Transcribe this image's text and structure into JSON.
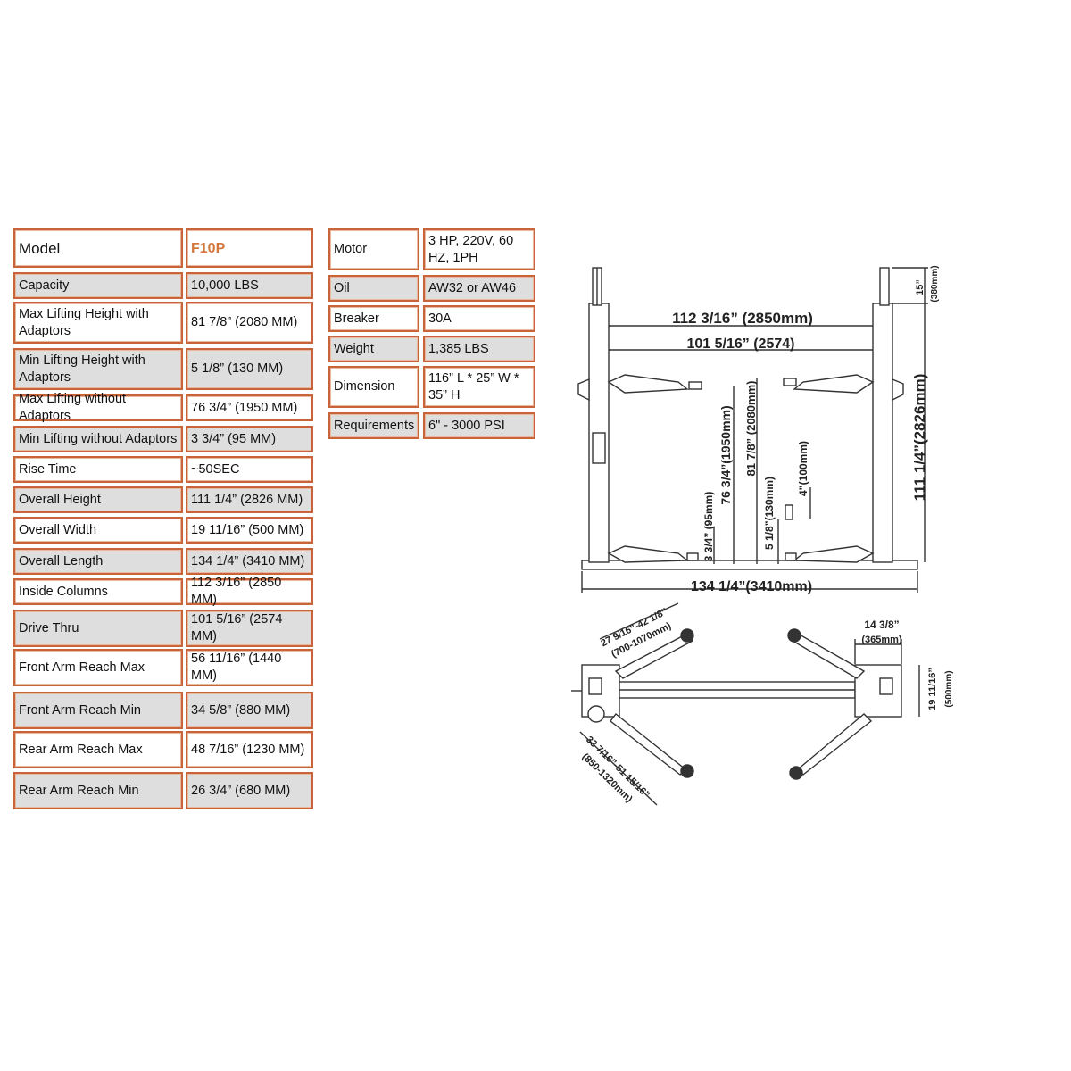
{
  "colors": {
    "border": "#c8643a",
    "shade": "#dedede",
    "model_accent": "#d4773d"
  },
  "spec_table_left": {
    "model_label": "Model",
    "model_value": "F10P",
    "rows": [
      {
        "label": "Capacity",
        "value": "10,000 LBS"
      },
      {
        "label": "Max Lifting Height with Adaptors",
        "value": "81 7/8” (2080 MM)"
      },
      {
        "label": "Min Lifting Height with Adaptors",
        "value": "5 1/8” (130 MM)"
      },
      {
        "label": "Max Lifting without Adaptors",
        "value": "76 3/4” (1950 MM)"
      },
      {
        "label": "Min Lifting without Adaptors",
        "value": "3 3/4” (95 MM)"
      },
      {
        "label": "Rise Time",
        "value": "~50SEC"
      },
      {
        "label": "Overall Height",
        "value": "111 1/4” (2826 MM)"
      },
      {
        "label": "Overall Width",
        "value": "19 11/16” (500 MM)"
      },
      {
        "label": "Overall Length",
        "value": "134 1/4” (3410 MM)"
      },
      {
        "label": "Inside Columns",
        "value": "112 3/16” (2850 MM)"
      },
      {
        "label": "Drive Thru",
        "value": "101 5/16” (2574 MM)"
      },
      {
        "label": "Front Arm Reach Max",
        "value": "56 11/16” (1440 MM)"
      },
      {
        "label": "Front Arm Reach Min",
        "value": "34 5/8” (880 MM)"
      },
      {
        "label": "Rear Arm Reach Max",
        "value": "48 7/16” (1230 MM)"
      },
      {
        "label": "Rear Arm Reach Min",
        "value": "26 3/4” (680 MM)"
      }
    ]
  },
  "spec_table_right": {
    "rows": [
      {
        "label": "Motor",
        "value": "3 HP, 220V, 60 HZ, 1PH"
      },
      {
        "label": "Oil",
        "value": "AW32 or AW46"
      },
      {
        "label": "Breaker",
        "value": "30A"
      },
      {
        "label": "Weight",
        "value": "1,385 LBS"
      },
      {
        "label": "Dimension",
        "value": "116” L * 25” W * 35” H"
      },
      {
        "label": "Requirements",
        "value": "6\" - 3000 PSI"
      }
    ]
  },
  "front_diagram": {
    "inside_columns": "112 3/16” (2850mm)",
    "drive_thru": "101 5/16” (2574)",
    "overall_length": "134 1/4”(3410mm)",
    "extension": "15”",
    "extension_mm": "(380mm)",
    "overall_height": "111 1/4”(2826mm)",
    "min_no_adaptor": "3 3/4” (95mm)",
    "max_no_adaptor": "76 3/4”(1950mm)",
    "max_with_adaptor": "81 7/8” (2080mm)",
    "min_with_adaptor": "5 1/8”(130mm)",
    "adaptor_height": "4”(100mm)"
  },
  "top_diagram": {
    "front_arm": "27 9/16”-42 1/8”",
    "front_arm_mm": "(700-1070mm)",
    "rear_arm": "33 7/16”-51 15/16”",
    "rear_arm_mm": "(850-1320mm)",
    "column_width": "14 3/8”",
    "column_width_mm": "(365mm)",
    "overall_width": "19 11/16”",
    "overall_width_mm": "(500mm)"
  }
}
